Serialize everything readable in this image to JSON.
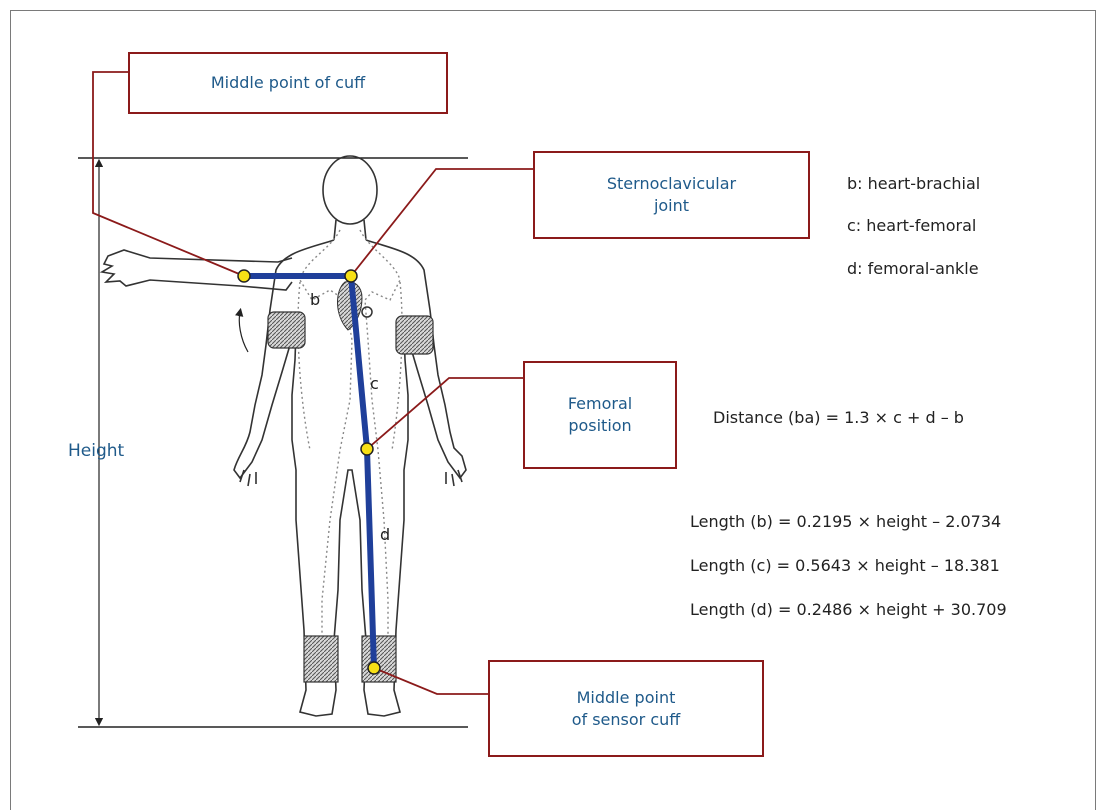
{
  "callouts": {
    "middle_point_cuff": "Middle point of cuff",
    "sternoclavicular": "Sternoclavicular\njoint",
    "femoral": "Femoral\nposition",
    "sensor_cuff": "Middle point\nof sensor cuff"
  },
  "legend": [
    "b: heart-brachial",
    "c: heart-femoral",
    "d: femoral-ankle"
  ],
  "formulas": {
    "distance": "Distance (ba) = 1.3 × c + d – b",
    "length_b": "Length (b) = 0.2195 × height – 2.0734",
    "length_c": "Length (c) = 0.5643 × height – 18.381",
    "length_d": "Length (d) = 0.2486 × height + 30.709"
  },
  "height_label": "Height",
  "segments": {
    "b": "b",
    "c": "c",
    "d": "d"
  },
  "colors": {
    "callout_border": "#8b1a1a",
    "callout_text": "#1f5a8a",
    "segment_line": "#1f3f9a",
    "marker_fill": "#f7e016"
  }
}
